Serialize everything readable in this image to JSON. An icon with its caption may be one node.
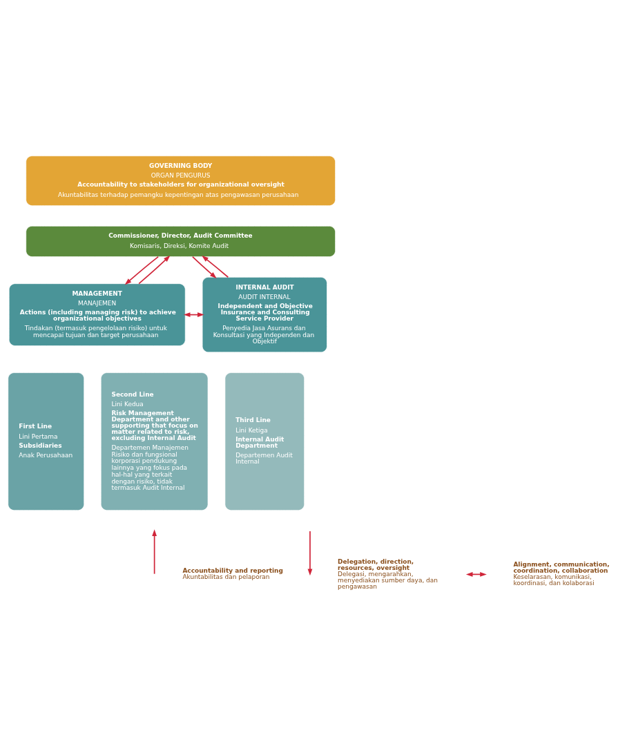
{
  "diagram": {
    "nodes": [
      {
        "text": [
          "GOVERNING BODY",
          "ORGAN PENGURUS",
          "Accountability to stakeholders for organizational oversight",
          "Akuntabilitas terhadap pemangku kepentingan atas pengawasan perusahaan"
        ]
      },
      {
        "text": [
          "Commissioner, Director, Audit Committee",
          "Komisaris, Direksi, Komite Audit"
        ]
      },
      {
        "text": [
          "MANAGEMENT",
          "MANAJEMEN",
          "Actions (including managing risk) to achieve organizational objectives",
          "Tindakan (termasuk pengelolaan risiko) untuk mencapai tujuan dan target perusahaan"
        ]
      },
      {
        "text": [
          "First Line",
          "Lini Pertama",
          "Subsidiaries",
          "Anak Perusahaan"
        ]
      },
      {
        "text": [
          "Second Line",
          "Lini Kedua",
          "Risk Management Department and other supporting that focus on matter related to risk, excluding Internal Audit",
          "Departemen Manajemen Risiko dan fungsional korporasi pendukung lainnya yang fokus pada hal-hal yang terkait dengan risiko, tidak termasuk Audit Internal"
        ]
      },
      {
        "text": [
          "INTERNAL AUDIT",
          "AUDIT INTERNAL",
          "Independent and Objective Insurance and Consulting Service Provider",
          "Penyedia Jasa Asurans dan Konsultasi yang Independen dan Objektif"
        ]
      },
      {
        "text": [
          "Third Line",
          "Lini Ketiga",
          "Internal Audit Department",
          "Departemen Audit Internal"
        ]
      }
    ],
    "edges": [
      {
        "from": 2,
        "to": 1,
        "arrow": "to"
      },
      {
        "from": 1,
        "to": 2,
        "arrow": "to"
      },
      {
        "from": 5,
        "to": 1,
        "arrow": "to"
      },
      {
        "from": 1,
        "to": 5,
        "arrow": "to"
      },
      {
        "from": 2,
        "to": 5,
        "arrow": "both"
      }
    ],
    "labels": [
      "Akuntabilitas dan pelaporan",
      "Delegasi, mengarahkan, menyediakan sumber daya, dan pengawasan",
      "Keselarasan, komunikasi, koordinasi, dan kolaborasi"
    ],
    "legend": [
      {
        "text": "Accountability and reporting"
      },
      {
        "text": "Delegation, direction, resources, oversight"
      },
      {
        "text": "Alignment, communication, coordination, collaboration"
      }
    ]
  }
}
